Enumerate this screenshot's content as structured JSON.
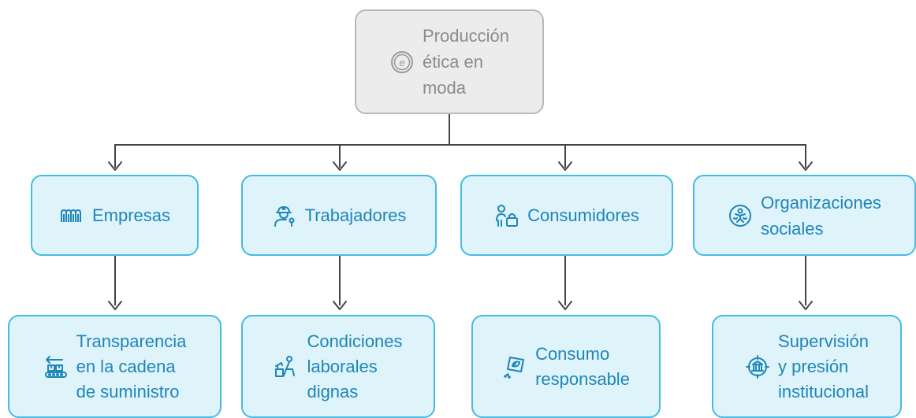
{
  "root": {
    "label_lines": [
      "Producción",
      "ética en",
      "moda"
    ],
    "icon": "e-circle-icon"
  },
  "actors": [
    {
      "label_lines": [
        "Empresas"
      ],
      "icon": "factory-icon"
    },
    {
      "label_lines": [
        "Trabajadores"
      ],
      "icon": "worker-icon"
    },
    {
      "label_lines": [
        "Consumidores"
      ],
      "icon": "shopper-icon"
    },
    {
      "label_lines": [
        "Organizaciones",
        "sociales"
      ],
      "icon": "people-circle-icon"
    }
  ],
  "outcomes": [
    {
      "label_lines": [
        "Transparencia",
        "en la cadena",
        "de suministro"
      ],
      "icon": "supply-chain-icon"
    },
    {
      "label_lines": [
        "Condiciones",
        "laborales",
        "dignas"
      ],
      "icon": "workspace-icon"
    },
    {
      "label_lines": [
        "Consumo",
        "responsable"
      ],
      "icon": "eco-tag-icon"
    },
    {
      "label_lines": [
        "Supervisión",
        "y presión",
        "institucional"
      ],
      "icon": "institution-target-icon"
    }
  ],
  "colors": {
    "root_fill": "#ececec",
    "root_border": "#b9b9b9",
    "root_text": "#8c8c8c",
    "child_fill": "#dff3fb",
    "child_border": "#46bbe3",
    "child_text": "#1e86b8",
    "connector": "#444444"
  }
}
